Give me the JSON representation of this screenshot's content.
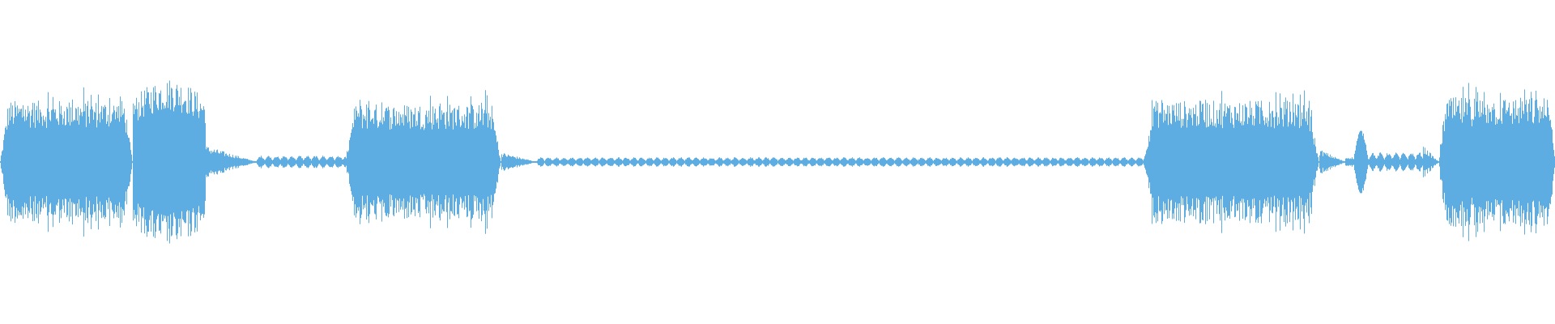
{
  "waveform": {
    "color": "#5DADE2",
    "background": "#FFFFFF",
    "segments": [
      {
        "start": 0.0,
        "end": 0.085,
        "level": 0.38,
        "texture": "dense"
      },
      {
        "start": 0.085,
        "end": 0.132,
        "level": 0.52,
        "texture": "burst"
      },
      {
        "start": 0.132,
        "end": 0.165,
        "level": 0.1,
        "texture": "fade"
      },
      {
        "start": 0.165,
        "end": 0.222,
        "level": 0.04,
        "texture": "beads"
      },
      {
        "start": 0.222,
        "end": 0.322,
        "level": 0.36,
        "texture": "dense"
      },
      {
        "start": 0.322,
        "end": 0.345,
        "level": 0.06,
        "texture": "fade"
      },
      {
        "start": 0.345,
        "end": 0.735,
        "level": 0.03,
        "texture": "beads"
      },
      {
        "start": 0.735,
        "end": 0.848,
        "level": 0.38,
        "texture": "dense"
      },
      {
        "start": 0.848,
        "end": 0.865,
        "level": 0.08,
        "texture": "fade"
      },
      {
        "start": 0.865,
        "end": 0.87,
        "level": 0.03,
        "texture": "flat"
      },
      {
        "start": 0.87,
        "end": 0.88,
        "level": 0.2,
        "texture": "lobe"
      },
      {
        "start": 0.88,
        "end": 0.915,
        "level": 0.06,
        "texture": "beads"
      },
      {
        "start": 0.915,
        "end": 0.925,
        "level": 0.1,
        "texture": "fade"
      },
      {
        "start": 0.925,
        "end": 1.0,
        "level": 0.4,
        "texture": "dense"
      }
    ]
  }
}
